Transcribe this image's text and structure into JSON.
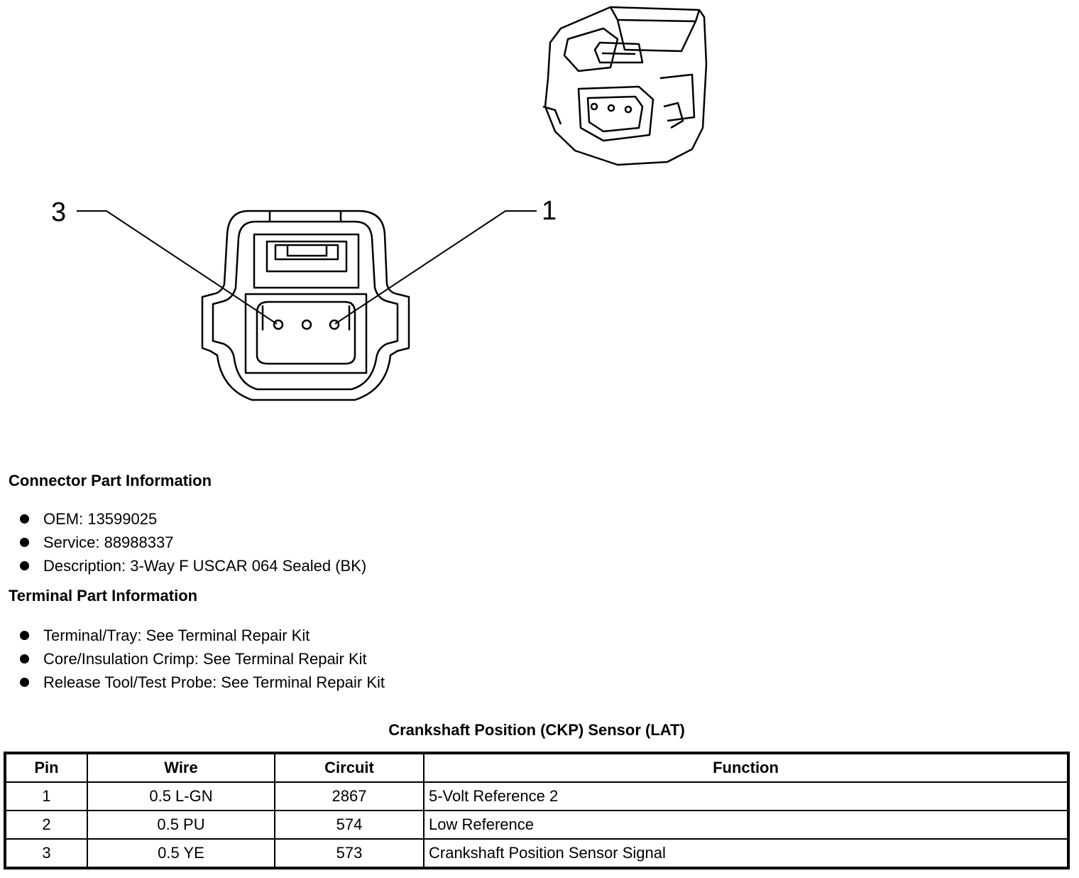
{
  "diagram": {
    "callouts": [
      "3",
      "1"
    ]
  },
  "connector_info": {
    "heading": "Connector Part Information",
    "items": [
      "OEM: 13599025",
      "Service: 88988337",
      "Description: 3-Way F USCAR 064 Sealed (BK)"
    ]
  },
  "terminal_info": {
    "heading": "Terminal Part Information",
    "items": [
      "Terminal/Tray: See Terminal Repair Kit",
      "Core/Insulation Crimp: See Terminal Repair Kit",
      "Release Tool/Test Probe: See Terminal Repair Kit"
    ]
  },
  "pin_table": {
    "title": "Crankshaft Position (CKP) Sensor (LAT)",
    "headers": [
      "Pin",
      "Wire",
      "Circuit",
      "Function"
    ],
    "rows": [
      [
        "1",
        "0.5 L-GN",
        "2867",
        "5-Volt Reference 2"
      ],
      [
        "2",
        "0.5 PU",
        "574",
        "Low Reference"
      ],
      [
        "3",
        "0.5 YE",
        "573",
        "Crankshaft Position Sensor Signal"
      ]
    ]
  }
}
